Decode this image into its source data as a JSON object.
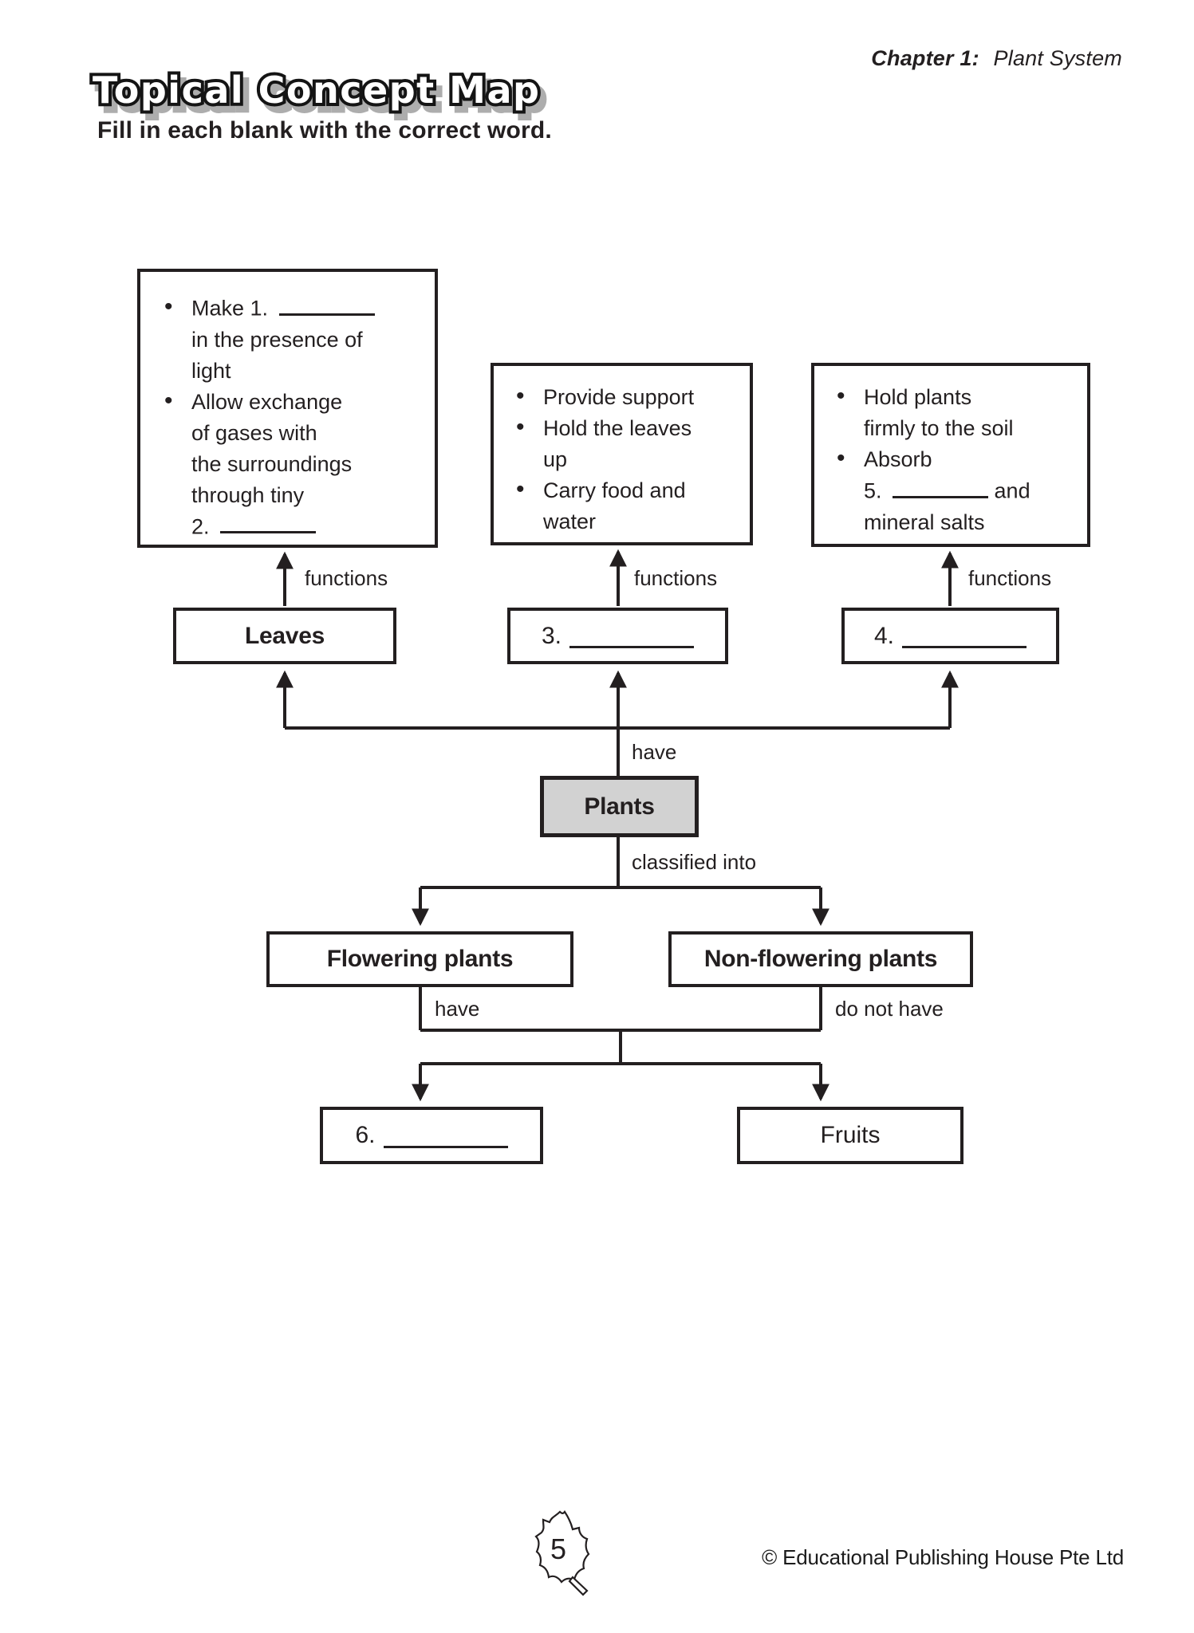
{
  "page": {
    "chapter_label": "Chapter 1:",
    "chapter_title": "Plant System",
    "title": "Topical Concept Map",
    "instruction": "Fill in each blank with the correct word.",
    "page_number": "5",
    "copyright": "© Educational Publishing House Pte Ltd"
  },
  "diagram": {
    "function_boxes": [
      {
        "id": "leaves-functions",
        "bullets": [
          {
            "lines": [
              "Make 1. {blank}",
              "in the presence of",
              "light"
            ]
          },
          {
            "lines": [
              "Allow exchange",
              "of gases with",
              "the surroundings",
              "through tiny",
              "2. {blank}"
            ]
          }
        ]
      },
      {
        "id": "stem-functions",
        "bullets": [
          {
            "lines": [
              "Provide support"
            ]
          },
          {
            "lines": [
              "Hold the leaves",
              "up"
            ]
          },
          {
            "lines": [
              "Carry food and",
              "water"
            ]
          }
        ]
      },
      {
        "id": "root-functions",
        "bullets": [
          {
            "lines": [
              "Hold plants",
              "firmly to the soil"
            ]
          },
          {
            "lines": [
              "Absorb",
              "5. {blank} and",
              "mineral salts"
            ]
          }
        ]
      }
    ],
    "nodes": {
      "leaves": "Leaves",
      "blank3": "3. {blank}",
      "blank4": "4. {blank}",
      "plants": "Plants",
      "flowering": "Flowering plants",
      "non_flowering": "Non-flowering plants",
      "blank6": "6. {blank}",
      "fruits": "Fruits"
    },
    "edge_labels": {
      "functions_leaves": "functions",
      "functions_stem": "functions",
      "functions_roots": "functions",
      "have_top": "have",
      "classified_into": "classified into",
      "have_flowering": "have",
      "do_not_have": "do not have"
    },
    "colors": {
      "line": "#231f20",
      "plants_fill": "#d2d2d2"
    }
  }
}
